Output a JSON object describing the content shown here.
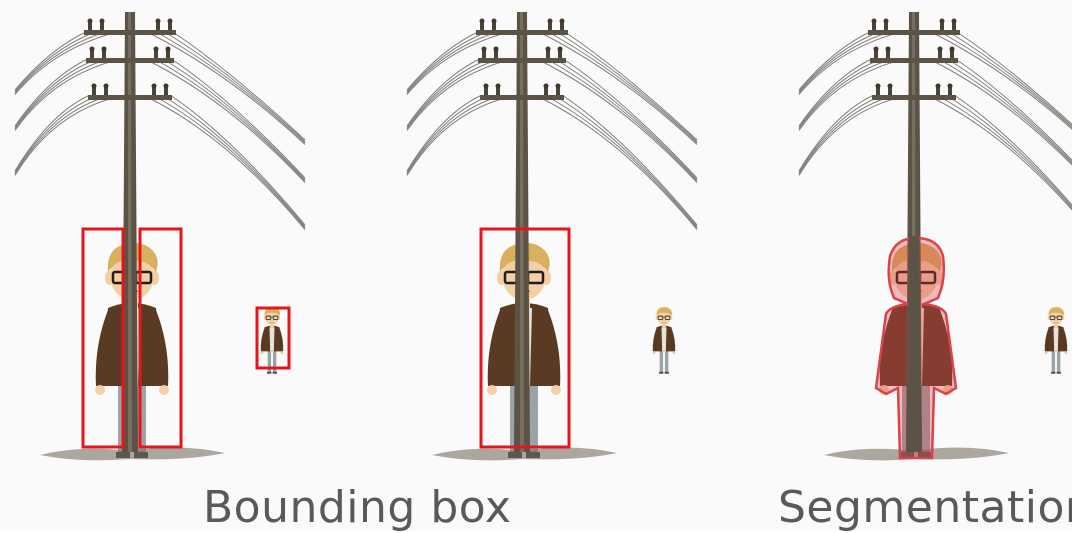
{
  "captions": {
    "left": "Bounding box",
    "right": "Segmentation"
  },
  "colors": {
    "background": "#fafafa",
    "bbox": "#e8141b",
    "segmentation": "#d9434a",
    "pole": "#5b5346",
    "wire": "#6e6a64",
    "hair": "#d8b060",
    "jacket": "#5a3a22",
    "pants": "#9aa3a6",
    "skin": "#f4cfa6",
    "caption_text": "#595959"
  },
  "panels": [
    {
      "label": "bounding-box-split",
      "annotation": "bbox",
      "boxes": 3
    },
    {
      "label": "bounding-box-merged",
      "annotation": "bbox",
      "boxes": 1
    },
    {
      "label": "segmentation",
      "annotation": "mask"
    }
  ]
}
